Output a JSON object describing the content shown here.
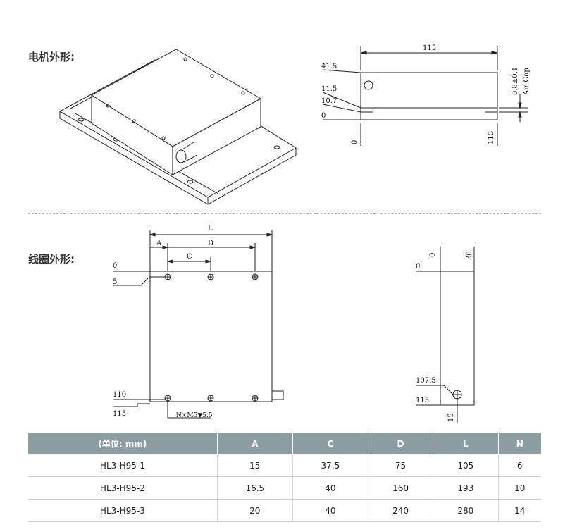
{
  "labels": {
    "motor": "电机外形:",
    "coil": "线圈外形:"
  },
  "motor_side": {
    "width": "115",
    "h1": "41.5",
    "h2": "11.5",
    "h3": "10.7",
    "h4": "0",
    "bottom_left": "0",
    "bottom_right": "115",
    "gap": "0.8±0.1",
    "gap_label": "Air Gap"
  },
  "coil_top": {
    "L": "L",
    "A": "A",
    "D": "D",
    "C": "C",
    "y0": "0",
    "y5": "5",
    "y110": "110",
    "y115": "115",
    "hole_note": "N×M5▼5.5"
  },
  "coil_side": {
    "y0": "0",
    "x0": "0",
    "x30": "30",
    "y107": "107.5",
    "y115": "115",
    "x15": "15"
  },
  "table": {
    "headers": [
      "(单位: mm)",
      "A",
      "C",
      "D",
      "L",
      "N"
    ],
    "rows": [
      [
        "HL3-H95-1",
        "15",
        "37.5",
        "75",
        "105",
        "6"
      ],
      [
        "HL3-H95-2",
        "16.5",
        "40",
        "160",
        "193",
        "10"
      ],
      [
        "HL3-H95-3",
        "20",
        "40",
        "240",
        "280",
        "14"
      ]
    ]
  }
}
